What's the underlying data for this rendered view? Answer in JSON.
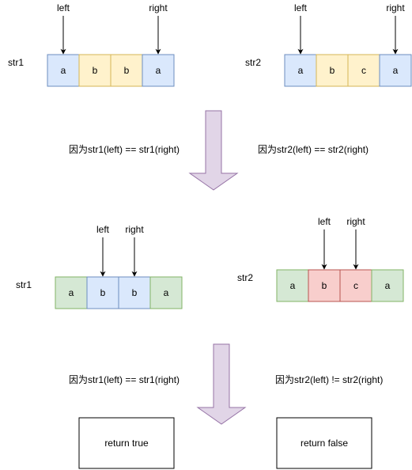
{
  "pointers": {
    "left": "left",
    "right": "right"
  },
  "colors": {
    "blue": "#dae8fc",
    "blue_stroke": "#6c8ebf",
    "yellow": "#fff2cc",
    "yellow_stroke": "#d6b656",
    "green": "#d5e8d4",
    "green_stroke": "#82b366",
    "red": "#f8cecc",
    "red_stroke": "#b85450",
    "arrow_fill": "#e1d5e7",
    "arrow_stroke": "#9673a6"
  },
  "top": {
    "str1": {
      "name": "str1",
      "cells": [
        "a",
        "b",
        "b",
        "a"
      ]
    },
    "str2": {
      "name": "str2",
      "cells": [
        "a",
        "b",
        "c",
        "a"
      ]
    },
    "caption_left": "因为str1(left) == str1(right)",
    "caption_right": "因为str2(left) == str2(right)"
  },
  "middle": {
    "str1": {
      "name": "str1",
      "cells": [
        "a",
        "b",
        "b",
        "a"
      ]
    },
    "str2": {
      "name": "str2",
      "cells": [
        "a",
        "b",
        "c",
        "a"
      ]
    },
    "caption_left": "因为str1(left) == str1(right)",
    "caption_right": "因为str2(left) != str2(right)"
  },
  "results": {
    "left": "return true",
    "right": "return false"
  }
}
